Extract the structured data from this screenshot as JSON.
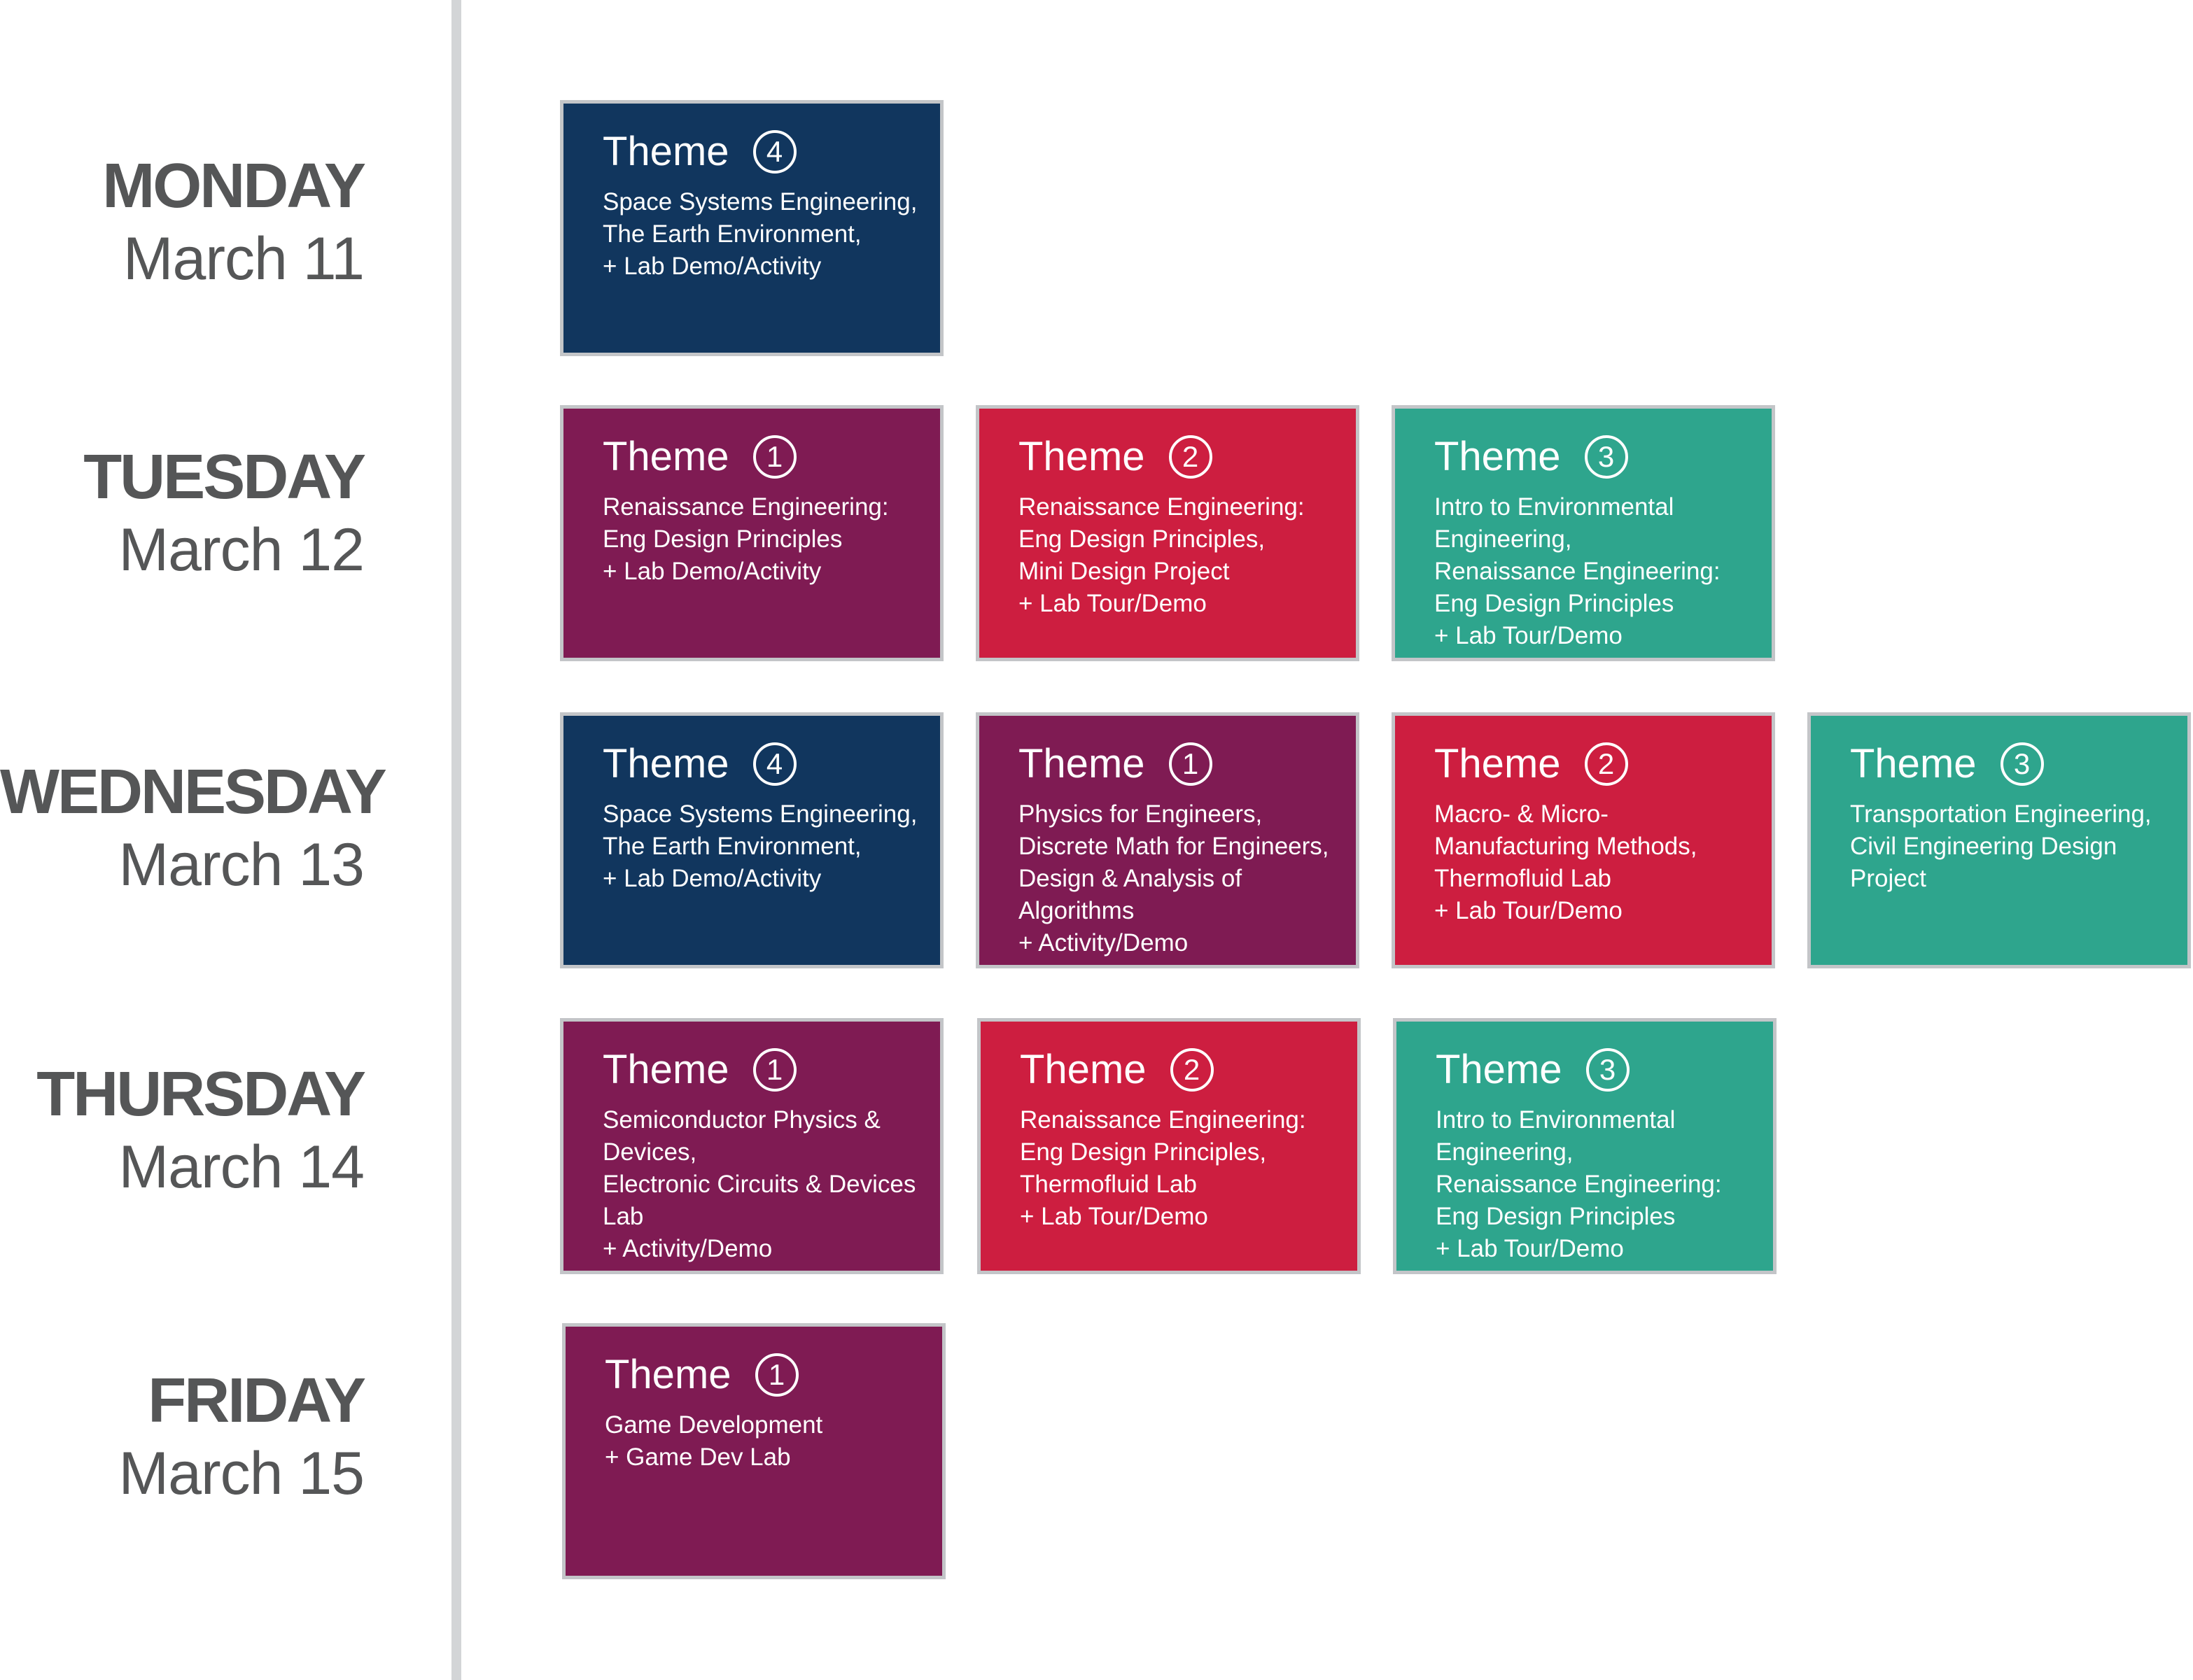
{
  "days": [
    {
      "name": "MONDAY",
      "date": "March 11"
    },
    {
      "name": "TUESDAY",
      "date": "March 12"
    },
    {
      "name": "WEDNESDAY",
      "date": "March 13"
    },
    {
      "name": "THURSDAY",
      "date": "March 14"
    },
    {
      "name": "FRIDAY",
      "date": "March 15"
    }
  ],
  "theme_colors": {
    "1": "#7f1b53",
    "2": "#cd1e40",
    "3": "#2ea58d",
    "4": "#11365e"
  },
  "schedule": {
    "monday": [
      {
        "title": "Theme",
        "number": "4",
        "lines": [
          "Space Systems Engineering,",
          "The Earth Environment,",
          "+ Lab Demo/Activity"
        ]
      }
    ],
    "tuesday": [
      {
        "title": "Theme",
        "number": "1",
        "lines": [
          "Renaissance Engineering:",
          "Eng Design Principles",
          "+ Lab Demo/Activity"
        ]
      },
      {
        "title": "Theme",
        "number": "2",
        "lines": [
          "Renaissance Engineering:",
          "Eng Design Principles,",
          "Mini Design Project",
          "+ Lab Tour/Demo"
        ]
      },
      {
        "title": "Theme",
        "number": "3",
        "lines": [
          "Intro to Environmental",
          "Engineering,",
          "Renaissance Engineering:",
          "Eng Design Principles",
          "+ Lab Tour/Demo"
        ]
      }
    ],
    "wednesday": [
      {
        "title": "Theme",
        "number": "4",
        "lines": [
          "Space Systems Engineering,",
          "The Earth Environment,",
          "+ Lab Demo/Activity"
        ]
      },
      {
        "title": "Theme",
        "number": "1",
        "lines": [
          "Physics for Engineers,",
          "Discrete Math for Engineers,",
          "Design & Analysis of",
          "Algorithms",
          "+ Activity/Demo"
        ]
      },
      {
        "title": "Theme",
        "number": "2",
        "lines": [
          "Macro- & Micro-",
          "Manufacturing Methods,",
          "Thermofluid Lab",
          "+ Lab Tour/Demo"
        ]
      },
      {
        "title": "Theme",
        "number": "3",
        "lines": [
          "Transportation Engineering,",
          "Civil Engineering Design",
          "Project"
        ]
      }
    ],
    "thursday": [
      {
        "title": "Theme",
        "number": "1",
        "lines": [
          "Semiconductor Physics &",
          "Devices,",
          "Electronic Circuits & Devices",
          "Lab",
          "+ Activity/Demo"
        ]
      },
      {
        "title": "Theme",
        "number": "2",
        "lines": [
          "Renaissance Engineering:",
          "Eng Design Principles,",
          "Thermofluid Lab",
          "+ Lab Tour/Demo"
        ]
      },
      {
        "title": "Theme",
        "number": "3",
        "lines": [
          "Intro to Environmental",
          "Engineering,",
          "Renaissance Engineering:",
          "Eng Design Principles",
          "+ Lab Tour/Demo"
        ]
      }
    ],
    "friday": [
      {
        "title": "Theme",
        "number": "1",
        "lines": [
          "Game Development",
          "+ Game Dev Lab"
        ]
      }
    ]
  }
}
